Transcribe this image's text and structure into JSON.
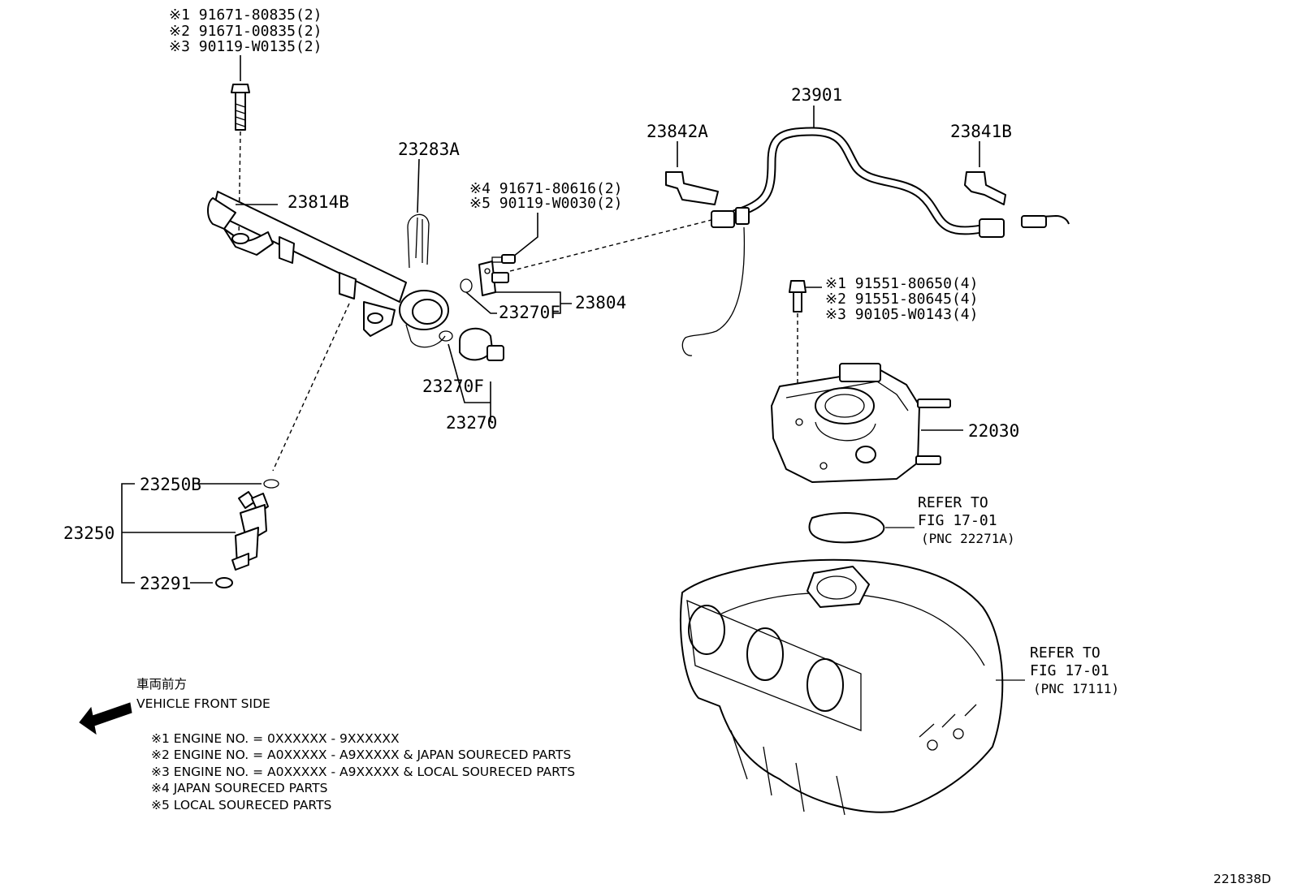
{
  "bolt_top": {
    "lines": [
      "※1 91671-80835(2)",
      "※2 91671-00835(2)",
      "※3 90119-W0135(2)"
    ]
  },
  "bolt_mid": {
    "lines": [
      "※4 91671-80616(2)",
      "※5 90119-W0030(2)"
    ]
  },
  "bolt_right": {
    "lines": [
      "※1 91551-80650(4)",
      "※2 91551-80645(4)",
      "※3 90105-W0143(4)"
    ]
  },
  "parts": {
    "p23901": "23901",
    "p23842A": "23842A",
    "p23841B": "23841B",
    "p23283A": "23283A",
    "p23814B": "23814B",
    "p23804": "23804",
    "p23270F_a": "23270F",
    "p23270F_b": "23270F",
    "p23270": "23270",
    "p22030": "22030",
    "p23250B": "23250B",
    "p23250": "23250",
    "p23291": "23291"
  },
  "refs": {
    "gasket": [
      "REFER TO",
      "FIG 17-01",
      "(PNC 22271A)"
    ],
    "manifold": [
      "REFER TO",
      "FIG 17-01",
      "(PNC 17111)"
    ]
  },
  "direction": {
    "jp": "車両前方",
    "en": "VEHICLE FRONT SIDE"
  },
  "notes": [
    "※1 ENGINE NO. = 0XXXXXX - 9XXXXXX",
    "※2 ENGINE NO. = A0XXXXX - A9XXXXX & JAPAN SOUREC​ED PARTS",
    "※3 ENGINE NO. = A0XXXXX - A9XXXXX & LOCAL SOUREC​ED PARTS",
    "※4 JAPAN SOUREC​ED PARTS",
    "※5 LOCAL SOUREC​ED PARTS"
  ],
  "figure_id": "221838D"
}
